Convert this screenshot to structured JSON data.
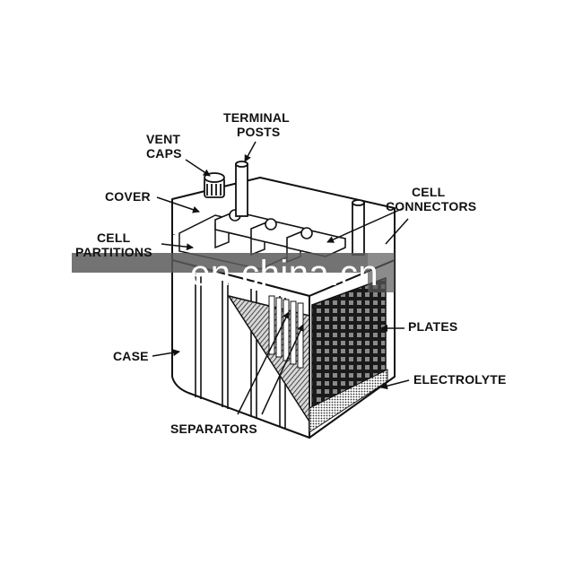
{
  "labels": {
    "vent_caps": [
      "VENT",
      "CAPS"
    ],
    "terminal_posts": [
      "TERMINAL",
      "POSTS"
    ],
    "cover": "COVER",
    "cell_partitions": [
      "CELL",
      "PARTITIONS"
    ],
    "cell_connectors": [
      "CELL",
      "CONNECTORS"
    ],
    "plates": "PLATES",
    "case": "CASE",
    "electrolyte": "ELECTROLYTE",
    "separators": "SEPARATORS"
  },
  "watermark": "en.china.cn",
  "colors": {
    "ink": "#111111",
    "band": "#5a5a5a",
    "paper": "#ffffff"
  }
}
